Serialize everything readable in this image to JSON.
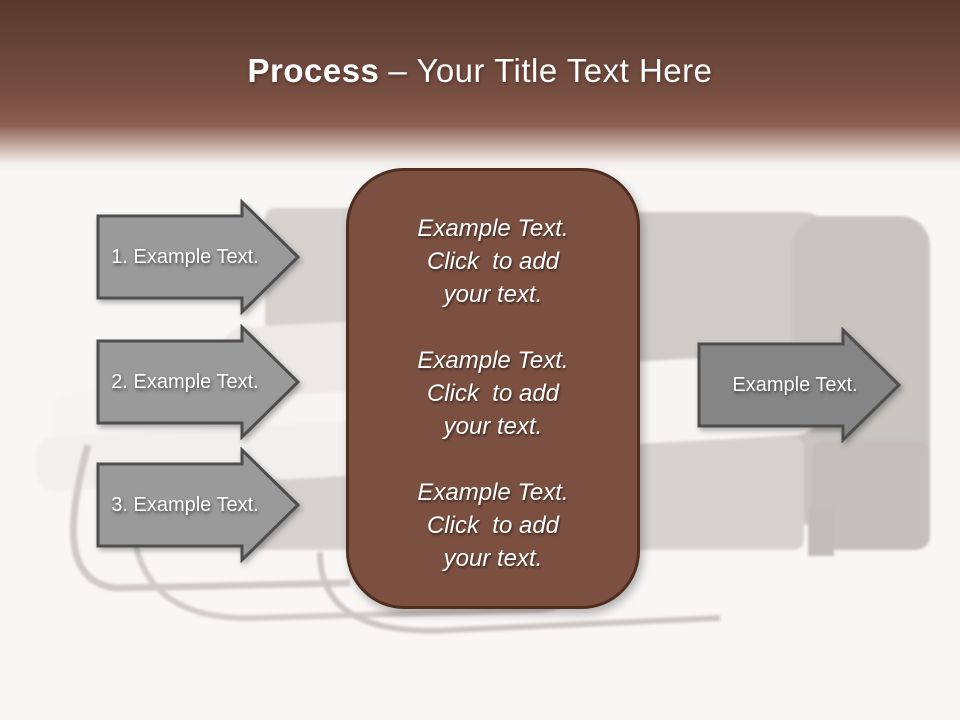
{
  "title": {
    "bold": "Process",
    "regular": "– Your Title Text Here"
  },
  "process_arrows": [
    {
      "label": "1. Example Text."
    },
    {
      "label": "2. Example Text."
    },
    {
      "label": "3. Example Text."
    }
  ],
  "output_arrow": {
    "label": "Example Text."
  },
  "center_panel": {
    "blocks": [
      {
        "lines": [
          "Example Text.",
          "Click  to add",
          "your text."
        ]
      },
      {
        "lines": [
          "Example Text.",
          "Click  to add",
          "your text."
        ]
      },
      {
        "lines": [
          "Example Text.",
          "Click  to add",
          "your text."
        ]
      }
    ]
  },
  "colors": {
    "header_gradient_top": "#57392d",
    "header_gradient_bottom": "#8c6153",
    "slide_background": "#f9f7f6",
    "panel_fill": "#7b5041",
    "panel_border": "#4f2e1e",
    "arrow_fill_left": "#9a9a9a",
    "arrow_fill_right": "#858585",
    "arrow_border": "#4e4e4e",
    "text_white": "#ffffff"
  }
}
